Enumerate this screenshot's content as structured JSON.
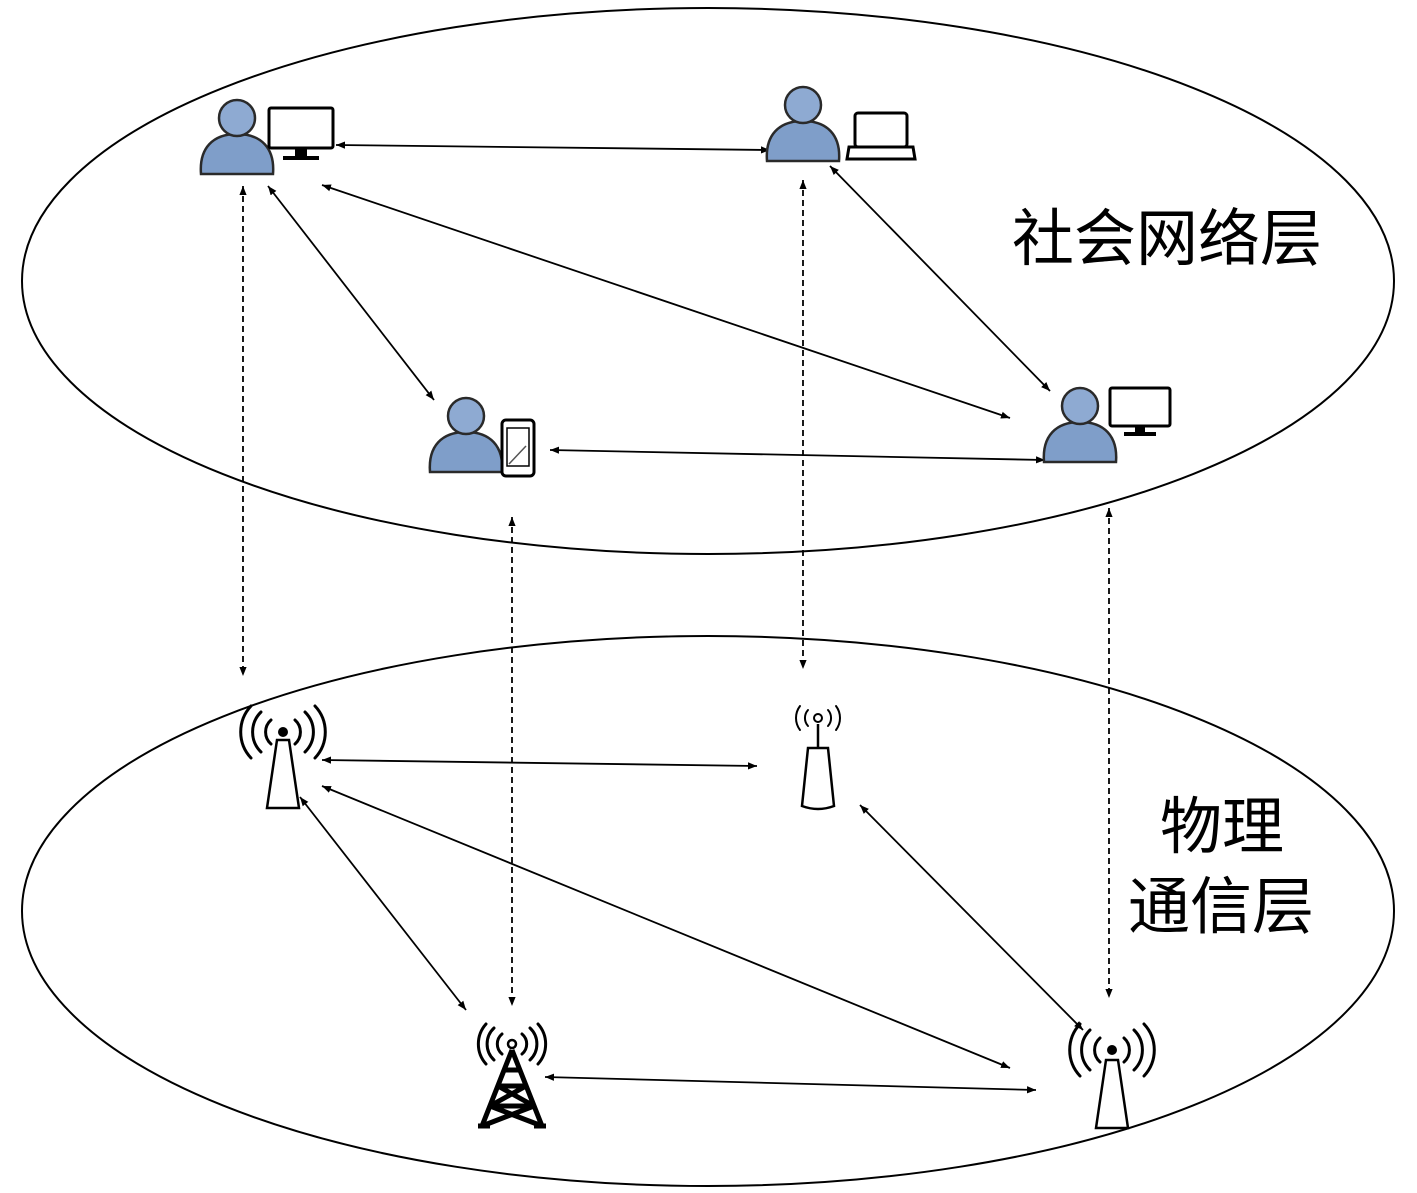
{
  "layers": {
    "social": {
      "label": "社会网络层"
    },
    "physical": {
      "label_line1": "物理",
      "label_line2": "通信层"
    }
  },
  "social_nodes": [
    {
      "id": "user-desktop-1",
      "device": "monitor-icon"
    },
    {
      "id": "user-laptop",
      "device": "laptop-icon"
    },
    {
      "id": "user-phone",
      "device": "smartphone-icon"
    },
    {
      "id": "user-desktop-2",
      "device": "monitor-icon"
    }
  ],
  "physical_nodes": [
    {
      "id": "base-station-1",
      "icon": "broadcast-antenna-icon"
    },
    {
      "id": "router",
      "icon": "wifi-router-icon"
    },
    {
      "id": "cell-tower",
      "icon": "cell-tower-icon"
    },
    {
      "id": "base-station-2",
      "icon": "broadcast-antenna-icon"
    }
  ],
  "social_links": [
    [
      "user-desktop-1",
      "user-laptop"
    ],
    [
      "user-desktop-1",
      "user-phone"
    ],
    [
      "user-desktop-1",
      "user-desktop-2"
    ],
    [
      "user-laptop",
      "user-desktop-2"
    ],
    [
      "user-phone",
      "user-desktop-2"
    ]
  ],
  "physical_links": [
    [
      "base-station-1",
      "router"
    ],
    [
      "base-station-1",
      "cell-tower"
    ],
    [
      "base-station-1",
      "base-station-2"
    ],
    [
      "router",
      "base-station-2"
    ],
    [
      "cell-tower",
      "base-station-2"
    ]
  ],
  "cross_layer_links": [
    [
      "user-desktop-1",
      "base-station-1"
    ],
    [
      "user-laptop",
      "router"
    ],
    [
      "user-phone",
      "cell-tower"
    ],
    [
      "user-desktop-2",
      "base-station-2"
    ]
  ],
  "colors": {
    "person": "#7f9ec9",
    "line": "#000000"
  }
}
